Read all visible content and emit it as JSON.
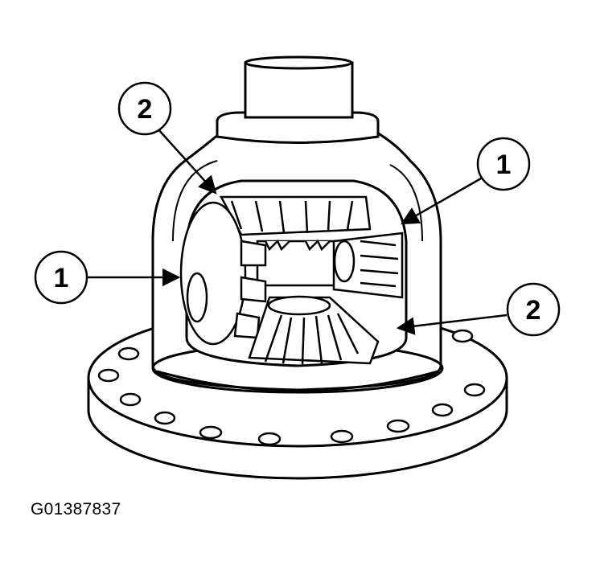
{
  "figure_id": "G01387837",
  "callouts": [
    {
      "label": "2"
    },
    {
      "label": "1"
    },
    {
      "label": "1"
    },
    {
      "label": "2"
    }
  ],
  "colors": {
    "ink": "#000000",
    "paper": "#ffffff"
  }
}
